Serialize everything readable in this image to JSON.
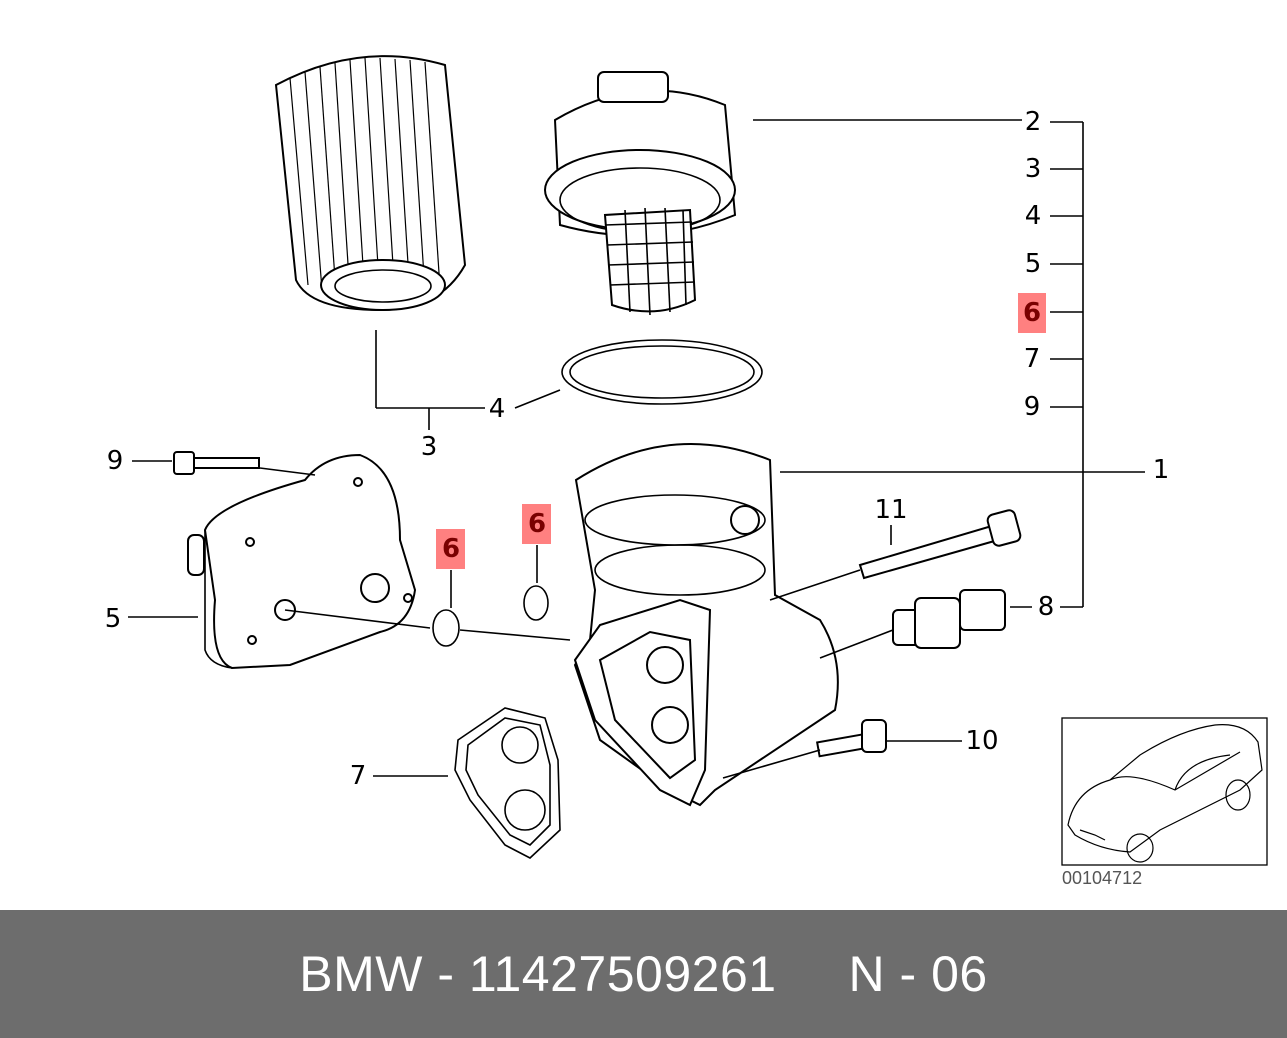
{
  "diagram": {
    "callouts": {
      "right_2": "2",
      "right_3": "3",
      "right_4": "4",
      "right_5": "5",
      "right_6": "6",
      "right_7": "7",
      "right_9": "9",
      "housing_1": "1",
      "bolt_11": "11",
      "sensor_8": "8",
      "bolt_10": "10",
      "gasket_7": "7",
      "cooler_5": "5",
      "bolt_9": "9",
      "filter_3": "3",
      "seal_4": "4",
      "oring_6a": "6",
      "oring_6b": "6"
    },
    "highlight_color": "#ff8080",
    "diagram_number": "00104712"
  },
  "footer": {
    "text": "BMW - 11427509261     N - 06"
  }
}
